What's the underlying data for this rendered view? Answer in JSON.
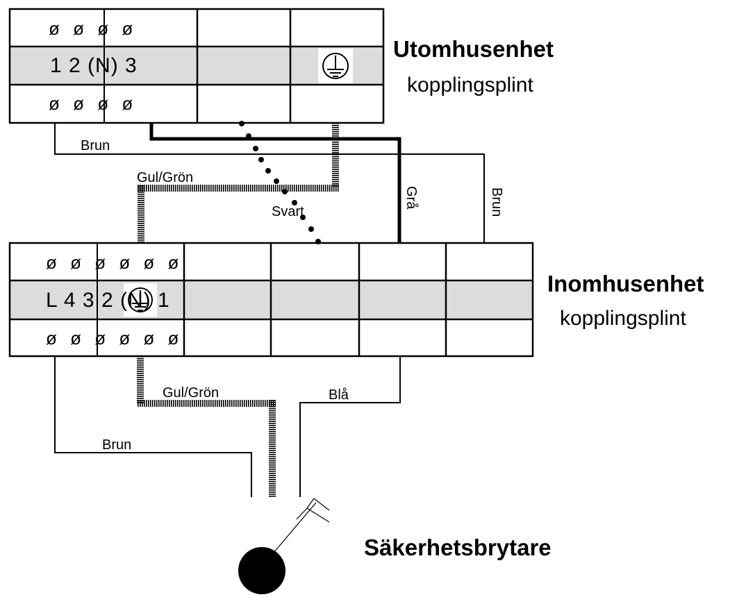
{
  "outdoor": {
    "title": "Utomhusenhet",
    "subtitle": "kopplingsplint",
    "terminal_labels": "1 2 (N) 3",
    "screw_row_top": "ø ø ø ø",
    "screw_row_bottom": "ø ø ø ø"
  },
  "indoor": {
    "title": "Inomhusenhet",
    "subtitle": "kopplingsplint",
    "terminal_labels": "L 4 3 2 (N) 1",
    "screw_row_top": "ø ø ø ø ø ø",
    "screw_row_bottom": "ø ø ø ø ø ø"
  },
  "breaker": {
    "title": "Säkerhetsbrytare"
  },
  "wires": {
    "brun_top": "Brun",
    "brun_right": "Brun",
    "gulgron_top": "Gul/Grön",
    "svart": "Svart",
    "gra": "Grå",
    "gulgron_bottom": "Gul/Grön",
    "bla": "Blå",
    "brun_bottom": "Brun"
  },
  "colors": {
    "line": "#000000",
    "shade": "#dcdcdc"
  }
}
